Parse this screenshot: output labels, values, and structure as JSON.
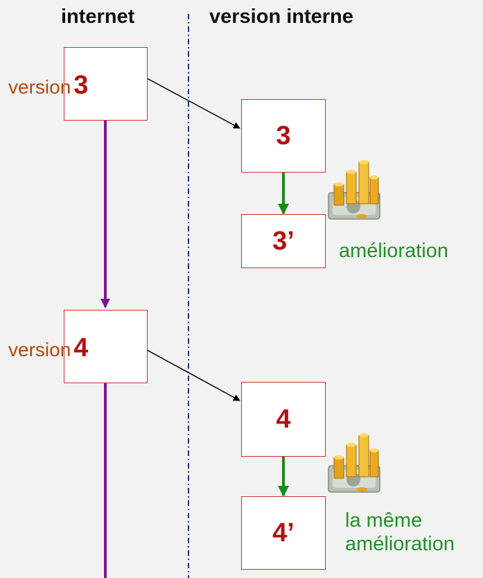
{
  "headers": {
    "left": "internet",
    "right": "version interne"
  },
  "rows": [
    {
      "version_word": "version",
      "version_num": "3",
      "copy": "3",
      "improved": "3’",
      "note_lines": [
        "amélioration"
      ]
    },
    {
      "version_word": "version",
      "version_num": "4",
      "copy": "4",
      "improved": "4’",
      "note_lines": [
        "la même",
        "amélioration"
      ]
    }
  ],
  "icons": [
    "money-coins-icon",
    "money-coins-icon"
  ],
  "colors": {
    "timeline": "#7b1a8c",
    "improve_arrow": "#1a8a1a",
    "box_border": "#c9302c",
    "version_number": "#b31010",
    "version_word": "#b5470d",
    "note": "#23902a"
  }
}
